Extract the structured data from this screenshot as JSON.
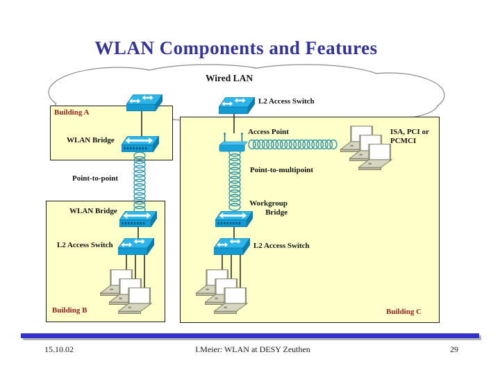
{
  "title": "WLAN Components and Features",
  "cloud": {
    "label": "Wired LAN",
    "switch_label": "L2 Access Switch"
  },
  "building_a": {
    "name": "Building A",
    "bridge_label": "WLAN Bridge"
  },
  "building_b": {
    "name": "Building B",
    "bridge_label": "WLAN Bridge",
    "switch_label": "L2 Access Switch"
  },
  "building_c": {
    "name": "Building C",
    "access_point_label": "Access Point",
    "client_adapter_line1": "ISA, PCI or",
    "client_adapter_line2": "PCMCI",
    "workgroup_bridge_line1": "Workgroup",
    "workgroup_bridge_line2": "Bridge",
    "switch_label": "L2 Access Switch"
  },
  "links": {
    "point_to_point": "Point-to-point",
    "point_to_multipoint": "Point-to-multipoint"
  },
  "footer": {
    "date": "15.10.02",
    "credit": "I.Meier: WLAN at DESY Zeuthen",
    "page": "29"
  },
  "icons": {
    "switch": "3d-ethernet-switch-icon",
    "bridge": "3d-wlan-bridge-icon",
    "access_point": "3d-access-point-icon",
    "laptop": "laptop-icon",
    "wireless_link": "coil-spring-icon",
    "cloud": "network-cloud-shape"
  },
  "colors": {
    "title": "#33339b",
    "building_label": "#9e1b1b",
    "box_fill": "#ffffc9",
    "device_top": "#2cb5e8",
    "device_front": "#139ad2",
    "coil": "#2a95ae",
    "footer_bar": "#3333cc",
    "cloud_stroke": "#8a8a8a"
  }
}
